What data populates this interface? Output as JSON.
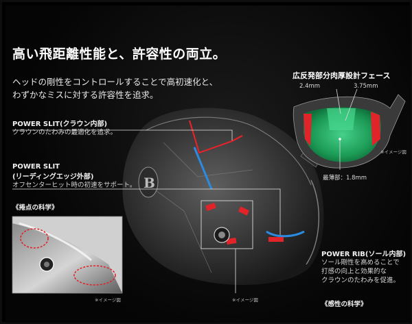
{
  "headline": "高い飛距離性能と、許容性の両立。",
  "lead": {
    "line1": "ヘッドの剛性をコントロールすることで高初速化と、",
    "line2": "わずかなミスに対する許容性を追求。"
  },
  "power_slit_crown": {
    "title": "POWER SLIT(クラウン内部)",
    "body": "クラウンのたわみの最適化を追求。"
  },
  "power_slit_edge": {
    "title1": "POWER SLIT",
    "title2": "(リーディングエッジ外部)",
    "body": "オフセンターヒット時の初速をサポート。"
  },
  "contact_science": "《捲点の科学》",
  "face": {
    "title": "広反発部分肉厚設計フェース",
    "thick_left": "2.4mm",
    "thick_right": "3.75mm",
    "thinnest": "最薄部：1.8mm",
    "note": "※イメージ図"
  },
  "power_rib": {
    "title": "POWER RIB(ソール内部)",
    "line1": "ソール剛性を高めることで",
    "line2": "打感の向上と効果的な",
    "line3": "クラウンのたわみを促進。"
  },
  "feel_science": "《感性の科学》",
  "note_inset": "※イメージ図",
  "note_main": "※イメージ図",
  "colors": {
    "background": "#000000",
    "accent_red": "#e0242a",
    "accent_blue": "#2a8be0",
    "face_green": "#1fa25a"
  }
}
